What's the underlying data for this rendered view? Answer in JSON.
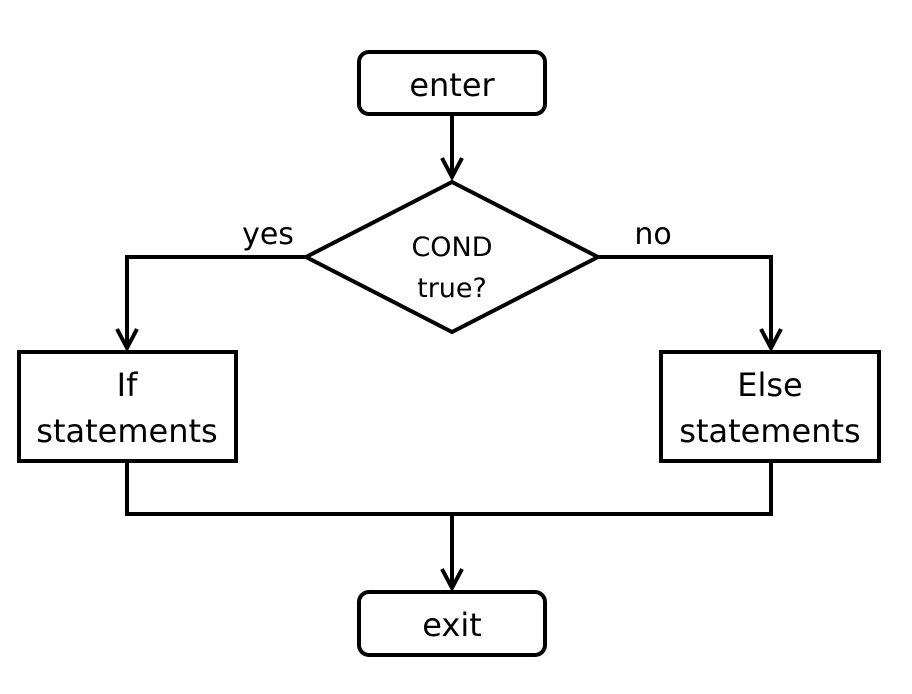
{
  "nodes": {
    "enter": {
      "label": "enter"
    },
    "condition": {
      "line1": "COND",
      "line2": "true?"
    },
    "if_block": {
      "line1": "If",
      "line2": "statements"
    },
    "else_block": {
      "line1": "Else",
      "line2": "statements"
    },
    "exit": {
      "label": "exit"
    }
  },
  "branches": {
    "yes": "yes",
    "no": "no"
  }
}
